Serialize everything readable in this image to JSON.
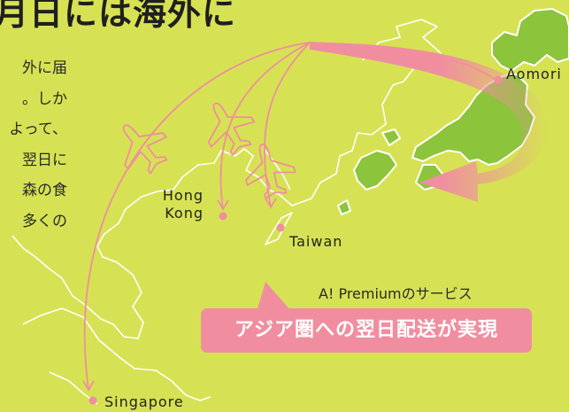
{
  "headline": "月日には海外に",
  "body_lines": [
    "外に届",
    "。しか",
    "よって、",
    "翌日に",
    "森の食",
    "多くの"
  ],
  "cities": {
    "hong_kong": [
      "Hong",
      "Kong"
    ],
    "taiwan": "Taiwan",
    "singapore": "Singapore",
    "aomori": "Aomori"
  },
  "premium_label": "A! Premiumのサービス",
  "banner_text": "アジア圏への翌日配送が実現",
  "colors": {
    "background": "#d6e253",
    "route_pink": "#f08ea0",
    "japan_green": "#8cc43b",
    "outline_white": "#ffffff"
  }
}
